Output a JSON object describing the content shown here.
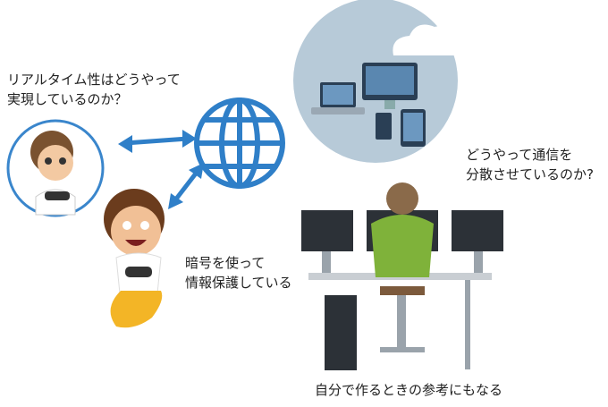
{
  "captions": {
    "realtime_line1": "リアルタイム性はどうやって",
    "realtime_line2": "実現しているのか？",
    "distribute_line1": "どうやって通信を",
    "distribute_line2": "分散させているのか?",
    "crypto_line1": "暗号を使って",
    "crypto_line2": "情報保護している",
    "reference": "自分で作るときの参考にもなる"
  },
  "colors": {
    "globe": "#2f7fc8",
    "arrow": "#2f7fc8",
    "cloud_bg": "#b7cad8",
    "ring": "#3a86cc"
  }
}
